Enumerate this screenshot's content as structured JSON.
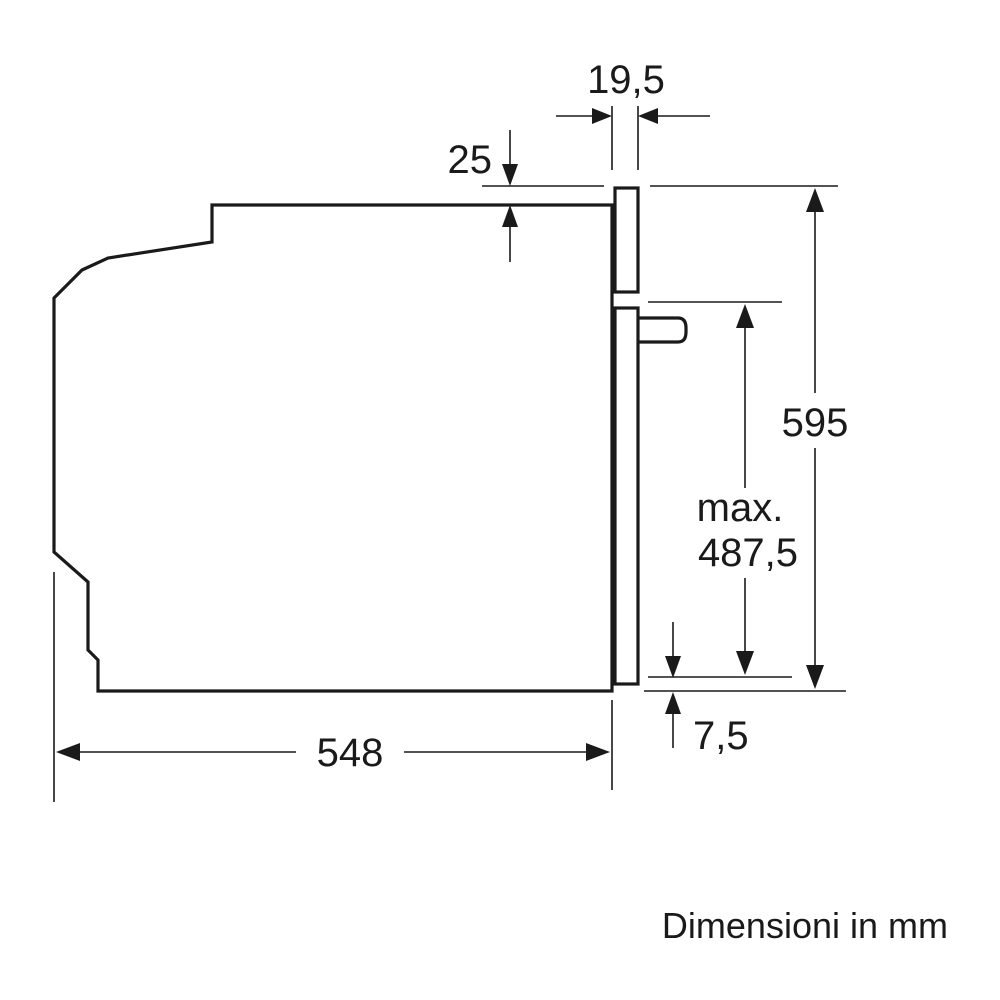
{
  "dimensions": {
    "top_panel_width": "19,5",
    "top_offset": "25",
    "total_height": "595",
    "max_height_label": "max.",
    "max_height_value": "487,5",
    "bottom_offset": "7,5",
    "depth": "548"
  },
  "units_note": "Dimensioni in mm",
  "colors": {
    "ink": "#1a1a1a",
    "background": "#ffffff"
  }
}
